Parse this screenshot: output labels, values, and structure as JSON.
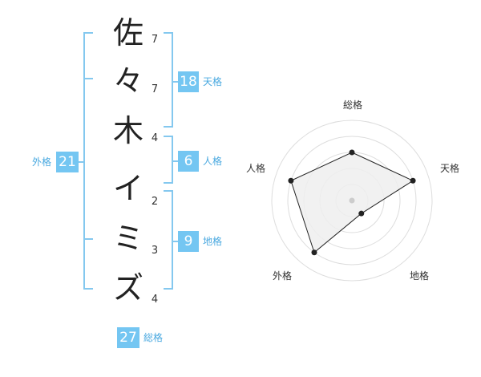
{
  "name": {
    "chars": [
      "佐",
      "々",
      "木",
      "イ",
      "ミ",
      "ズ"
    ],
    "strokes": [
      "7",
      "7",
      "4",
      "2",
      "3",
      "4"
    ]
  },
  "scores": {
    "tenkaku": {
      "value": "18",
      "label": "天格"
    },
    "jinkaku": {
      "value": "6",
      "label": "人格"
    },
    "chikaku": {
      "value": "9",
      "label": "地格"
    },
    "gaikaku": {
      "value": "21",
      "label": "外格"
    },
    "soukaku": {
      "value": "27",
      "label": "総格"
    }
  },
  "radar": {
    "axes": [
      "総格",
      "天格",
      "地格",
      "外格",
      "人格"
    ],
    "values": [
      3,
      4,
      1,
      4,
      4
    ],
    "max": 5,
    "colors": {
      "grid": "#dddddd",
      "fill": "#eeeeee",
      "line": "#222222",
      "point": "#222222",
      "center": "#cccccc"
    }
  },
  "colors": {
    "accent": "#74c6f2",
    "bracket": "#84c8ef"
  }
}
